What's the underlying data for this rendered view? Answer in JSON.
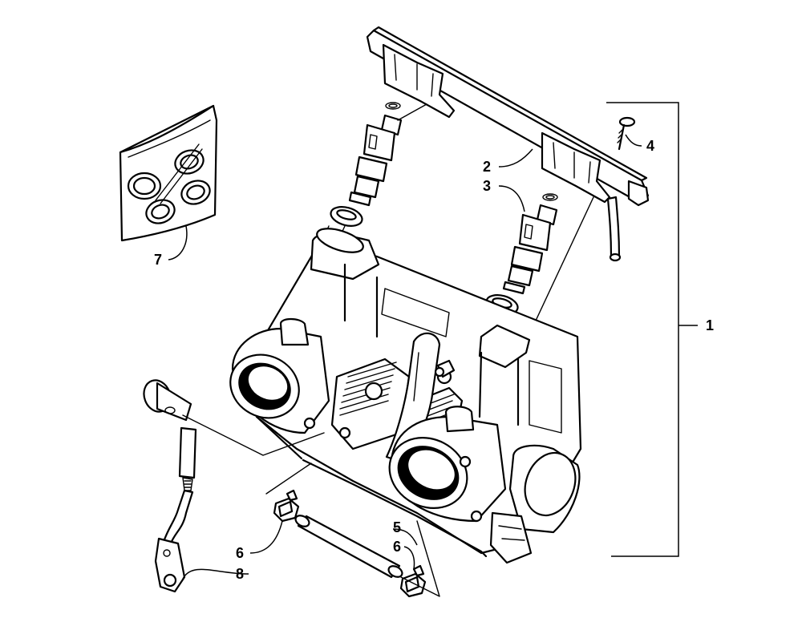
{
  "callouts": {
    "c1": "1",
    "c2": "2",
    "c3": "3",
    "c4": "4",
    "c5": "5",
    "c6a": "6",
    "c6b": "6",
    "c7": "7",
    "c8": "8"
  }
}
